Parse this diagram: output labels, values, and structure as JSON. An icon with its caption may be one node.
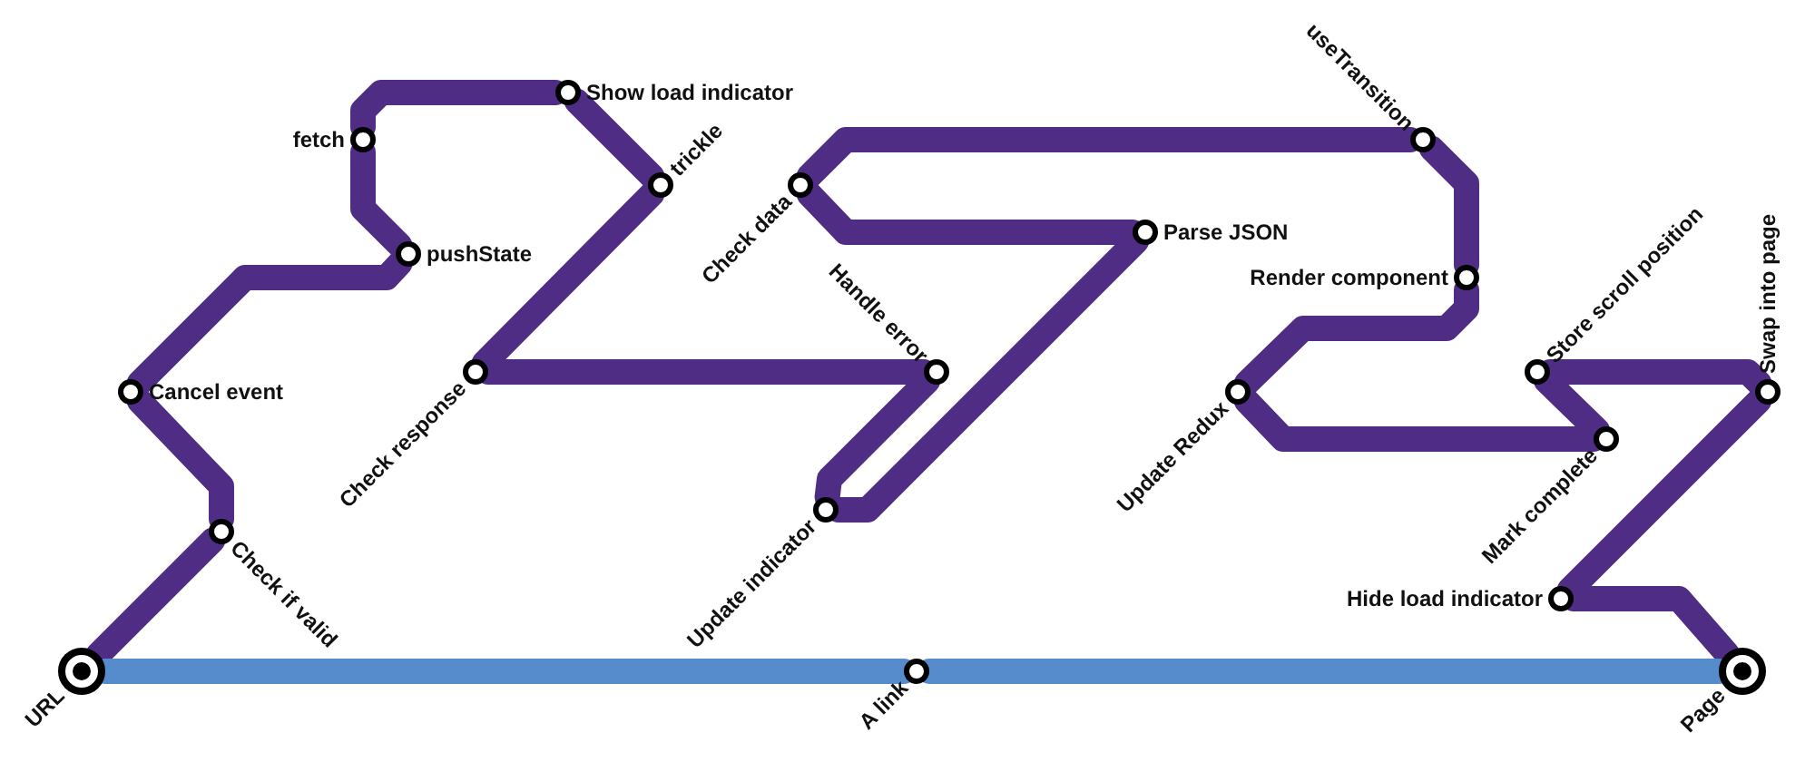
{
  "diagram": {
    "nodes": [
      {
        "text": [
          "URL"
        ]
      },
      {
        "text": [
          "Check if valid"
        ]
      },
      {
        "text": [
          "Cancel event"
        ]
      },
      {
        "text": [
          "pushState"
        ]
      },
      {
        "text": [
          "fetch"
        ]
      },
      {
        "text": [
          "Show load indicator"
        ]
      },
      {
        "text": [
          "trickle"
        ]
      },
      {
        "text": [
          "Check response"
        ]
      },
      {
        "text": [
          "Handle error"
        ]
      },
      {
        "text": [
          "Update indicator"
        ]
      },
      {
        "text": [
          "Parse JSON"
        ]
      },
      {
        "text": [
          "Check data"
        ]
      },
      {
        "text": [
          "useTransition"
        ]
      },
      {
        "text": [
          "Render component"
        ]
      },
      {
        "text": [
          "Update Redux"
        ]
      },
      {
        "text": [
          "Mark complete"
        ]
      },
      {
        "text": [
          "Store scroll position"
        ]
      },
      {
        "text": [
          "Swap into page"
        ]
      },
      {
        "text": [
          "Hide load indicator"
        ]
      },
      {
        "text": [
          "A link"
        ]
      },
      {
        "text": [
          "Page"
        ]
      }
    ],
    "edges": [
      {
        "from": 0,
        "to": 1,
        "arrow": "none"
      },
      {
        "from": 1,
        "to": 2,
        "arrow": "none"
      },
      {
        "from": 2,
        "to": 3,
        "arrow": "none"
      },
      {
        "from": 3,
        "to": 4,
        "arrow": "none"
      },
      {
        "from": 4,
        "to": 5,
        "arrow": "none"
      },
      {
        "from": 5,
        "to": 6,
        "arrow": "none"
      },
      {
        "from": 6,
        "to": 7,
        "arrow": "none"
      },
      {
        "from": 7,
        "to": 8,
        "arrow": "none"
      },
      {
        "from": 8,
        "to": 9,
        "arrow": "none"
      },
      {
        "from": 9,
        "to": 10,
        "arrow": "none"
      },
      {
        "from": 10,
        "to": 11,
        "arrow": "none"
      },
      {
        "from": 11,
        "to": 12,
        "arrow": "none"
      },
      {
        "from": 12,
        "to": 13,
        "arrow": "none"
      },
      {
        "from": 13,
        "to": 14,
        "arrow": "none"
      },
      {
        "from": 14,
        "to": 15,
        "arrow": "none"
      },
      {
        "from": 15,
        "to": 16,
        "arrow": "none"
      },
      {
        "from": 16,
        "to": 17,
        "arrow": "none"
      },
      {
        "from": 17,
        "to": 18,
        "arrow": "none"
      },
      {
        "from": 18,
        "to": 20,
        "arrow": "none"
      },
      {
        "from": 0,
        "to": 19,
        "arrow": "none",
        "color": "#568bcc"
      },
      {
        "from": 19,
        "to": 20,
        "arrow": "none",
        "color": "#568bcc"
      }
    ]
  }
}
